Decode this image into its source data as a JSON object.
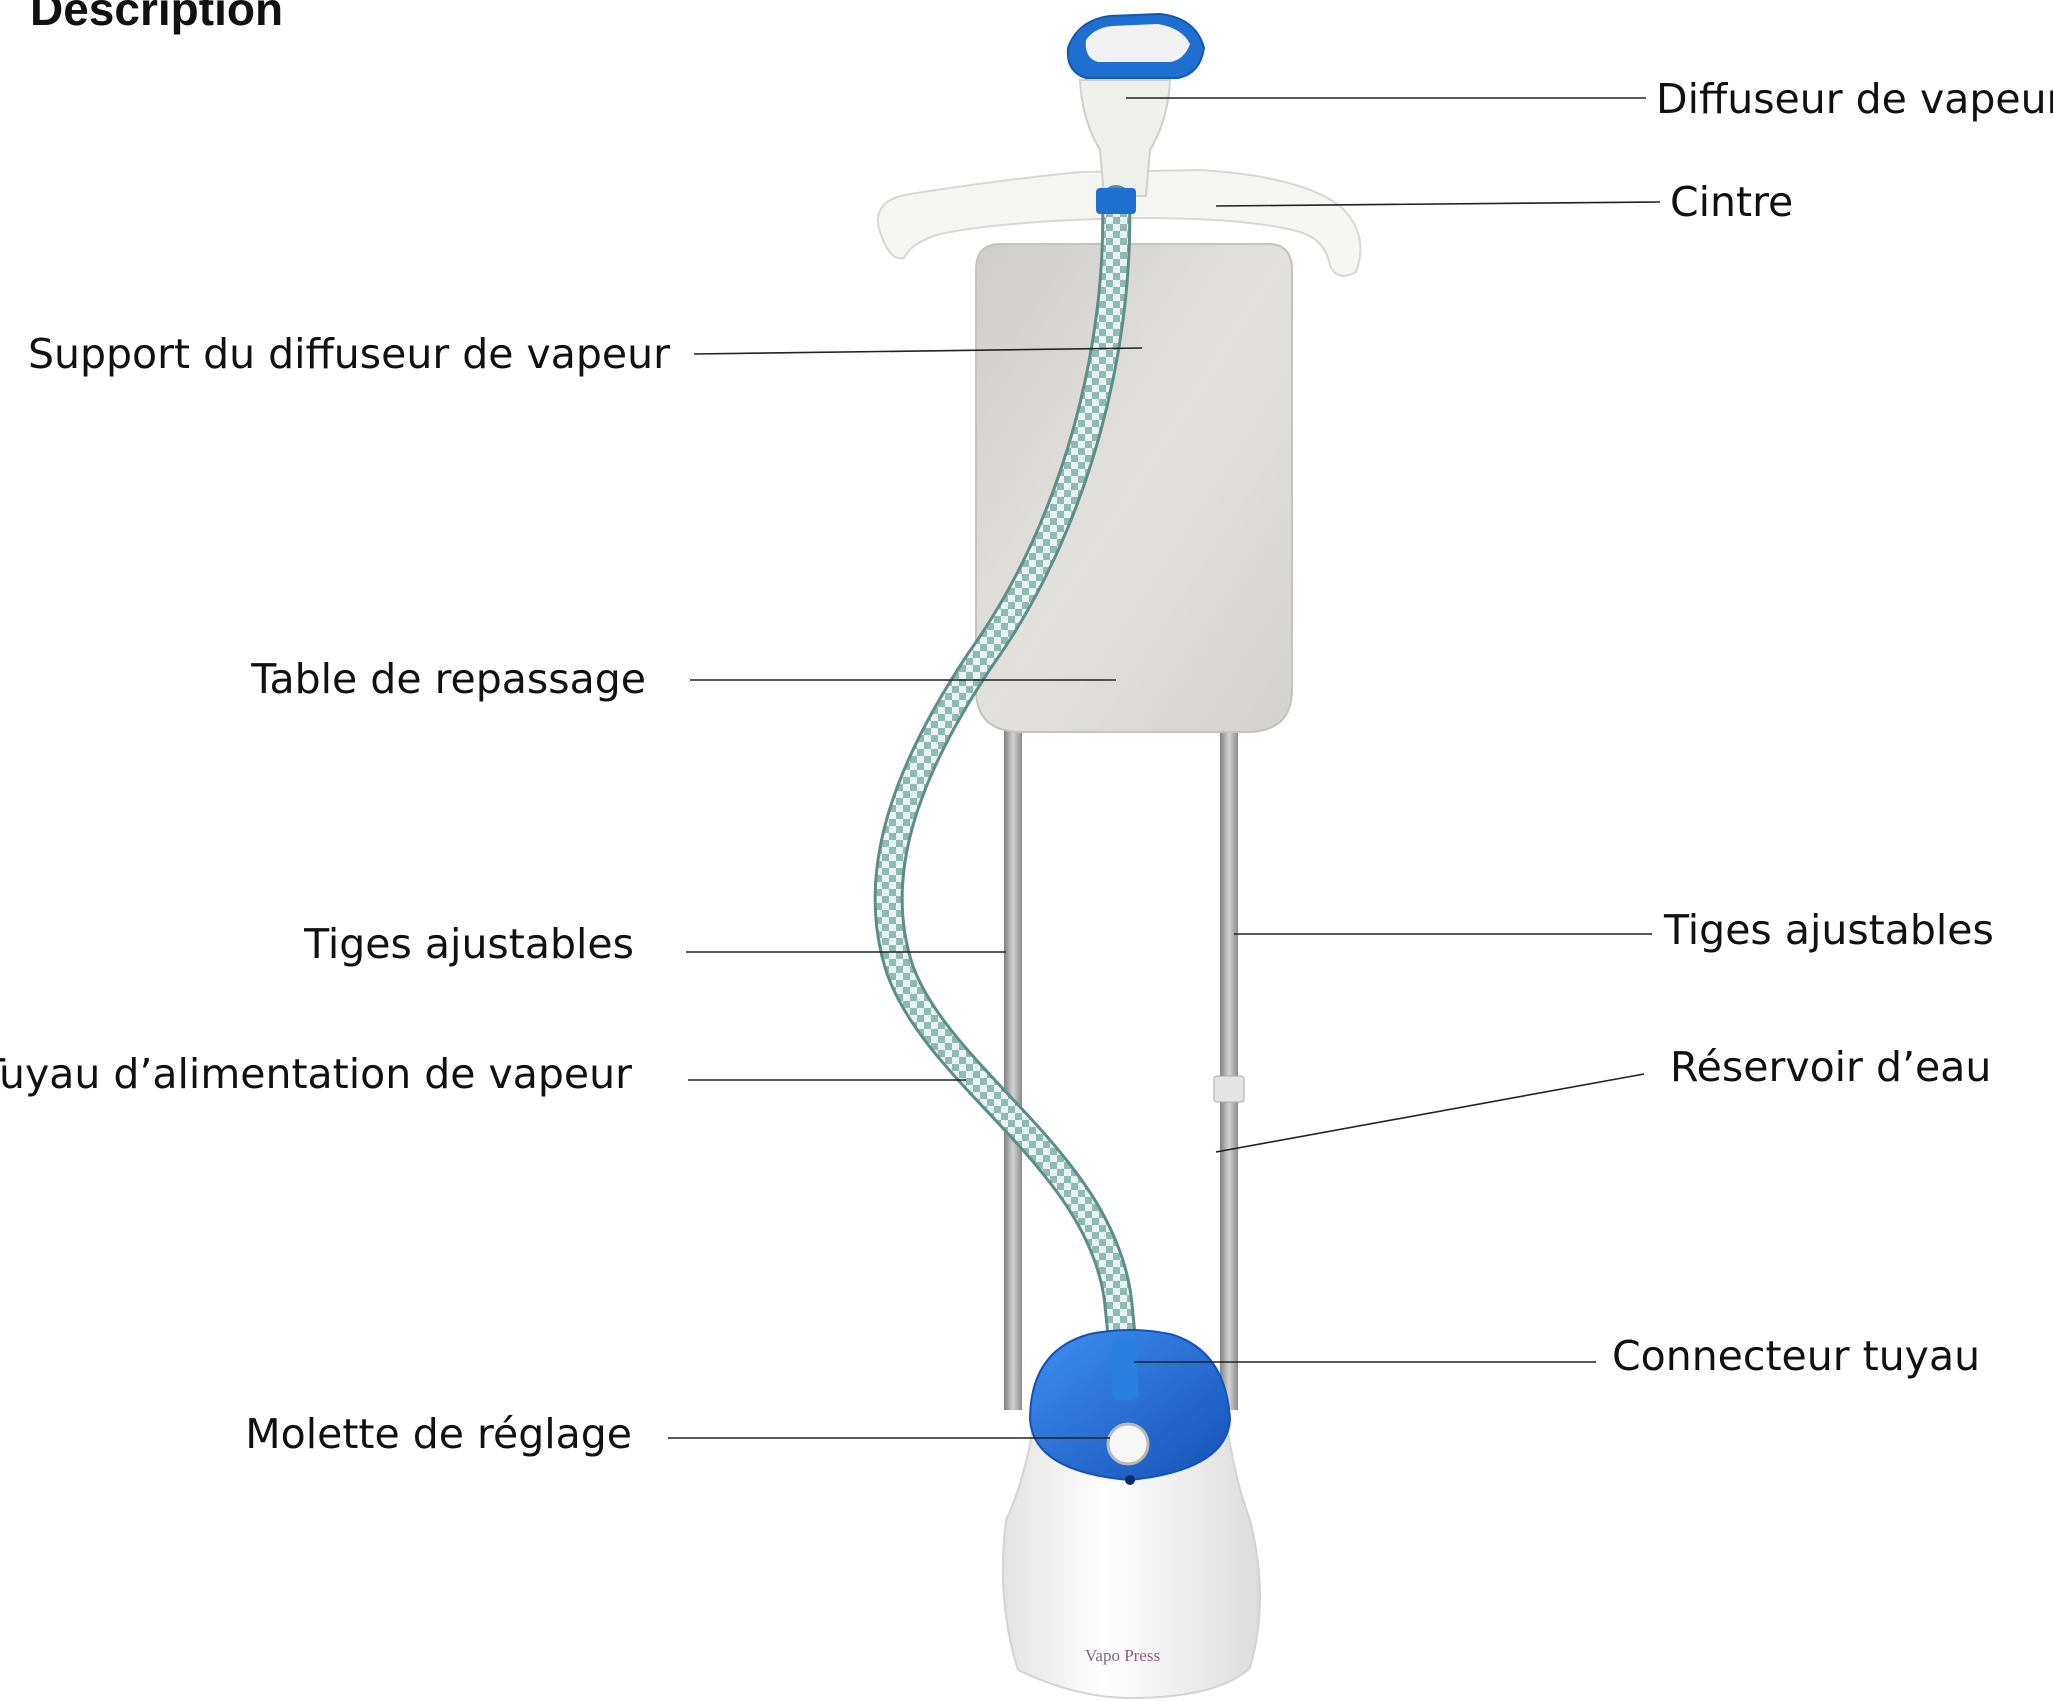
{
  "title": "Description",
  "brand": "Vapo Press",
  "labels": {
    "diffuseur": "Diffuseur de vapeur",
    "cintre": "Cintre",
    "support": "Support du diffuseur de vapeur",
    "table": "Table de repassage",
    "tiges_left": "Tiges ajustables",
    "tiges_right": "Tiges ajustables",
    "tuyau": "Tuyau d’alimentation de vapeur",
    "reservoir": "Réservoir d’eau",
    "connecteur": "Connecteur tuyau",
    "molette": "Molette de réglage"
  },
  "colors": {
    "accent_blue": "#1f6fd0",
    "board_grey": "#d9d8d4",
    "hose": "#a9c9c4",
    "pole": "#9a9a9a",
    "body_white": "#f4f4f4",
    "leader": "#222222"
  }
}
